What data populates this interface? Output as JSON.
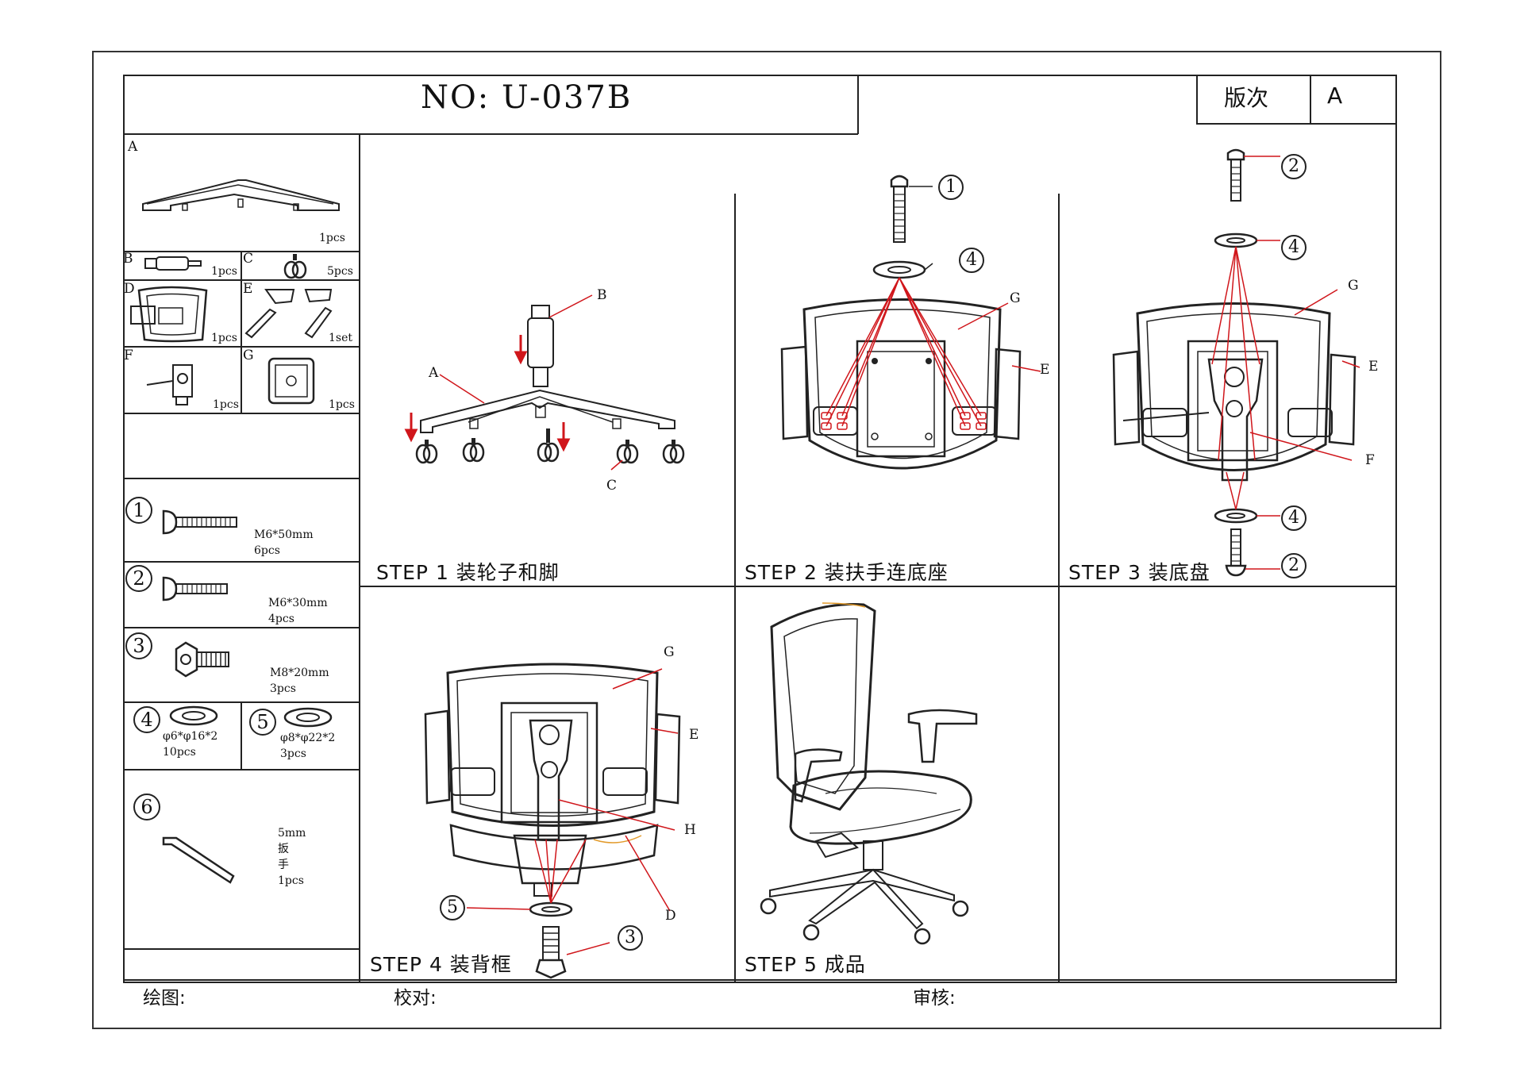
{
  "header": {
    "no_title": "NO:  U-037B",
    "revision_label": "版次",
    "revision_value": "A"
  },
  "parts": [
    {
      "letter": "A",
      "qty": "1pcs"
    },
    {
      "letter": "B",
      "qty": "1pcs"
    },
    {
      "letter": "C",
      "qty": "5pcs"
    },
    {
      "letter": "D",
      "qty": "1pcs"
    },
    {
      "letter": "E",
      "qty": "1set"
    },
    {
      "letter": "F",
      "qty": "1pcs"
    },
    {
      "letter": "G",
      "qty": "1pcs"
    }
  ],
  "hardware": [
    {
      "num": "1",
      "spec": "M6*50mm",
      "qty": "6pcs"
    },
    {
      "num": "2",
      "spec": "M6*30mm",
      "qty": "4pcs"
    },
    {
      "num": "3",
      "spec": "M8*20mm",
      "qty": "3pcs"
    },
    {
      "num": "4",
      "spec": "φ6*φ16*2",
      "qty": "10pcs"
    },
    {
      "num": "5",
      "spec": "φ8*φ22*2",
      "qty": "3pcs"
    },
    {
      "num": "6",
      "spec": "5mm",
      "spec2": "扳",
      "spec3": "手",
      "qty": "1pcs"
    }
  ],
  "steps": [
    {
      "label": "STEP  1  装轮子和脚"
    },
    {
      "label": "STEP  2  装扶手连底座"
    },
    {
      "label": "STEP  3  装底盘"
    },
    {
      "label": "STEP  4  装背框"
    },
    {
      "label": "STEP  5  成品"
    }
  ],
  "callouts": {
    "step1": [
      "B",
      "A",
      "C"
    ],
    "step2": [
      "1",
      "4",
      "G",
      "E"
    ],
    "step3": [
      "2",
      "4",
      "G",
      "E",
      "F",
      "4",
      "2"
    ],
    "step4": [
      "G",
      "E",
      "H",
      "D",
      "5",
      "3"
    ]
  },
  "footer": {
    "drawn": "绘图:",
    "checked": "校对:",
    "approved": "审核:"
  },
  "colors": {
    "line": "#222222",
    "arrow_red": "#d0161b"
  }
}
